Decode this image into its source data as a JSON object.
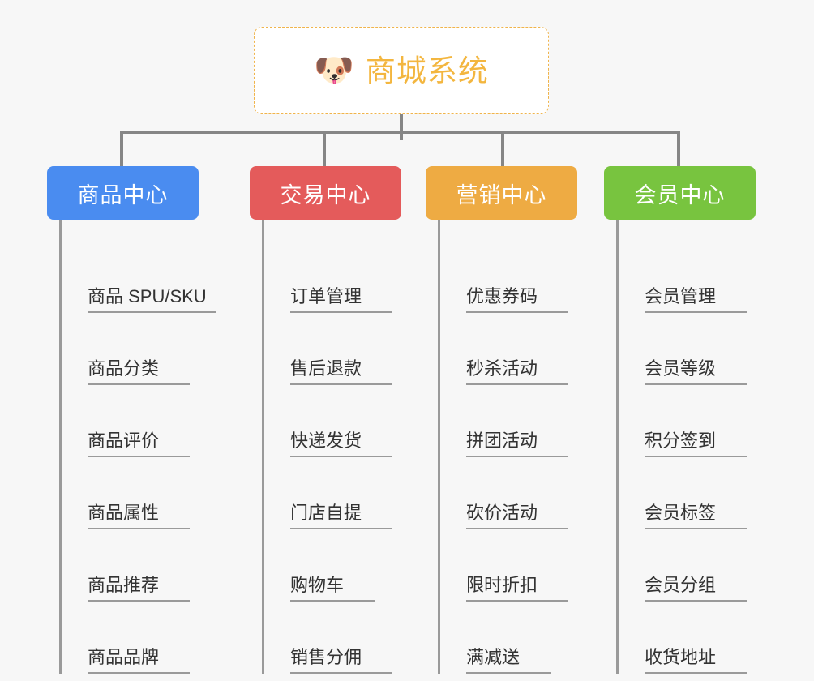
{
  "root": {
    "icon": "dog-face-emoji",
    "icon_glyph": "🐶",
    "title": "商城系统",
    "title_color": "#f3b63f",
    "border_color": "#f0b44b"
  },
  "colors": {
    "background": "#f7f7f7",
    "connector": "#868686",
    "spine": "#9a9a9a",
    "text": "#333333"
  },
  "columns": [
    {
      "header": "商品中心",
      "color": "#4a8cf0",
      "items": [
        "商品 SPU/SKU",
        "商品分类",
        "商品评价",
        "商品属性",
        "商品推荐",
        "商品品牌"
      ]
    },
    {
      "header": "交易中心",
      "color": "#e45b5b",
      "items": [
        "订单管理",
        "售后退款",
        "快递发货",
        "门店自提",
        "购物车",
        "销售分佣"
      ]
    },
    {
      "header": "营销中心",
      "color": "#eeab43",
      "items": [
        "优惠券码",
        "秒杀活动",
        "拼团活动",
        "砍价活动",
        "限时折扣",
        "满减送"
      ]
    },
    {
      "header": "会员中心",
      "color": "#78c43f",
      "items": [
        "会员管理",
        "会员等级",
        "积分签到",
        "会员标签",
        "会员分组",
        "收货地址"
      ]
    }
  ]
}
